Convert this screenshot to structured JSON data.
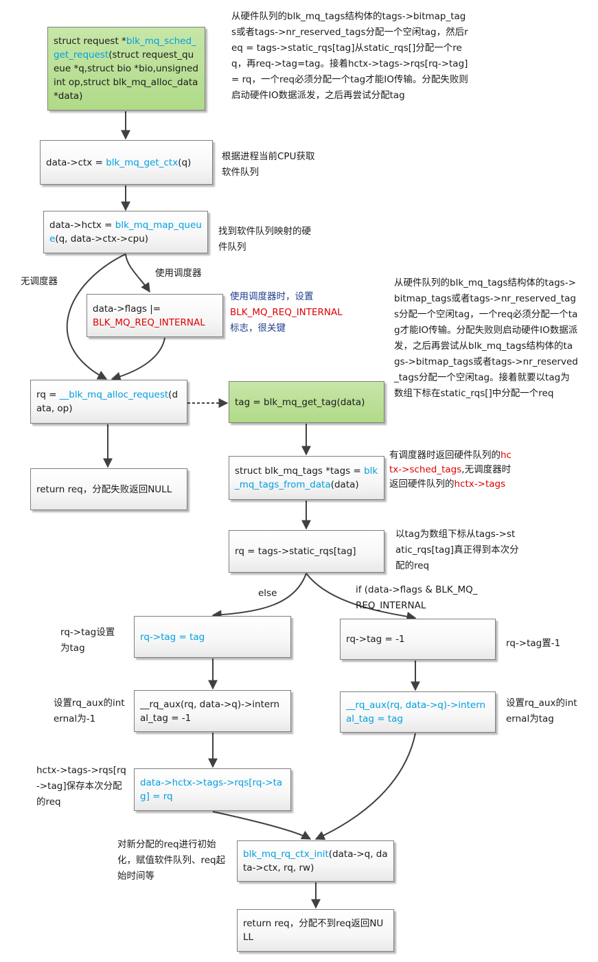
{
  "nodes": {
    "n1": {
      "a": "struct request *",
      "b": "blk_mq_sched_get_request",
      "c": "(struct request_queue *q,struct bio *bio,unsigned int op,struct blk_mq_alloc_data *data)"
    },
    "n2": {
      "a": "data->ctx = ",
      "b": "blk_mq_get_ctx",
      "c": "(q)"
    },
    "n3": {
      "a": "data->hctx = ",
      "b": "blk_mq_map_queue",
      "c": "(q, data->ctx->cpu)"
    },
    "n4": {
      "a": "data->flags |= ",
      "b": "BLK_MQ_REQ_INTERNAL"
    },
    "n5": {
      "a": "rq = ",
      "b": "__blk_mq_alloc_request",
      "c": "(data, op)"
    },
    "n6": {
      "a": "return req，分配失败返回NULL"
    },
    "n7": {
      "a": "tag = blk_mq_get_tag(data)"
    },
    "n8": {
      "a": "struct blk_mq_tags *tags = ",
      "b": "blk_mq_tags_from_data",
      "c": "(data)"
    },
    "n9": {
      "a": "rq = tags->static_rqs[tag]"
    },
    "n10": {
      "a": "rq->tag = tag"
    },
    "n11": {
      "a": "rq->tag = -1"
    },
    "n12": {
      "a": "__rq_aux(rq, data->q)->internal_tag = -1"
    },
    "n13": {
      "a": "__rq_aux(rq, data->q)->internal_tag = tag"
    },
    "n14": {
      "a": "data->hctx->tags->rqs[rq->tag] = rq"
    },
    "n15": {
      "a": "blk_mq_rq_ctx_init",
      "b": "(data->q, data->ctx, rq, rw)"
    },
    "n16": {
      "a": "return req，分配不到req返回NULL"
    }
  },
  "notes": {
    "top": "从硬件队列的blk_mq_tags结构体的tags->bitmap_tags或者tags->nr_reserved_tags分配一个空闲tag，然后req = tags->static_rqs[tag]从static_rqs[]分配一个req，再req->tag=tag。接着hctx->tags->rqs[rq->tag] = rq，一个req必须分配一个tag才能IO传输。分配失败则启动硬件IO数据派发，之后再尝试分配tag",
    "ctx": "根据进程当前CPU获取软件队列",
    "hctx": "找到软件队列映射的硬件队列",
    "flags_a": "使用调度器时，设置",
    "flags_b": "BLK_MQ_REQ_INTERNAL",
    "flags_c": "标志，很关键",
    "get_tag": "从硬件队列的blk_mq_tags结构体的tags->bitmap_tags或者tags->nr_reserved_tags分配一个空闲tag，一个req必须分配一个tag才能IO传输。分配失败则启动硬件IO数据派发，之后再尝试从blk_mq_tags结构体的tags->bitmap_tags或者tags->nr_reserved_tags分配一个空闲tag。接着就要以tag为数组下标在static_rqs[]中分配一个req",
    "tags_a": "有调度器时返回硬件队列的",
    "tags_b": "hctx->sched_tags",
    "tags_c": ",无调度器时返回硬件队列的",
    "tags_d": "hctx->tags",
    "static": "以tag为数组下标从tags->static_rqs[tag]真正得到本次分配的req",
    "rqtag_left": "rq->tag设置为tag",
    "rqtag_right": "rq->tag置-1",
    "aux_left": "设置rq_aux的internal为-1",
    "aux_right": "设置rq_aux的internal为tag",
    "hctx_rqs": "hctx->tags->rqs[rq->tag]保存本次分配的req",
    "init": "对新分配的req进行初始化，赋值软件队列、req起始时间等"
  },
  "labels": {
    "no_sched": "无调度器",
    "use_sched": "使用调度器",
    "else": "else",
    "if_internal": "if (data->flags & BLK_MQ_REQ_INTERNAL"
  }
}
